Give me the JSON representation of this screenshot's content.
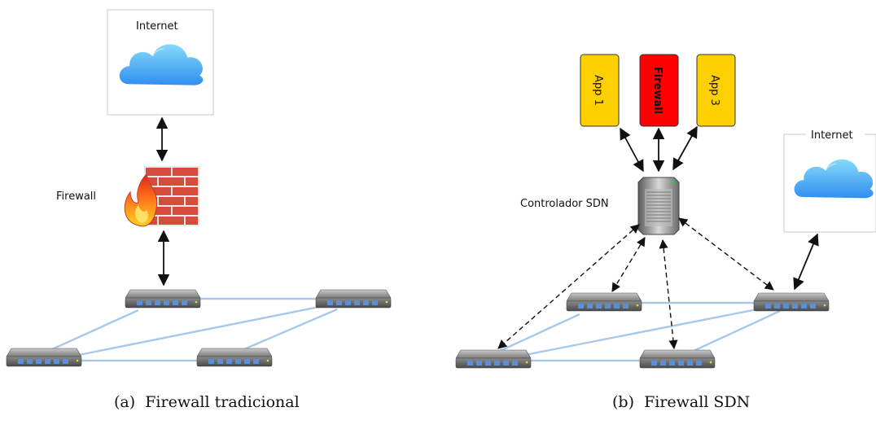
{
  "left": {
    "internet_label": "Internet",
    "firewall_label": "Firewall",
    "caption": "(a)  Firewall tradicional"
  },
  "right": {
    "internet_label": "Internet",
    "controller_label": "Controlador SDN",
    "apps": [
      {
        "label": "App 1",
        "color": "#ffd000"
      },
      {
        "label": "Firewall",
        "color": "#ff0000"
      },
      {
        "label": "App 3",
        "color": "#ffd000"
      }
    ],
    "caption": "(b)  Firewall SDN"
  },
  "colors": {
    "link": "#a8c8ea",
    "cloud_top": "#7fd2f7",
    "cloud_bottom": "#2f8ff0",
    "brick": "#c0392b"
  }
}
